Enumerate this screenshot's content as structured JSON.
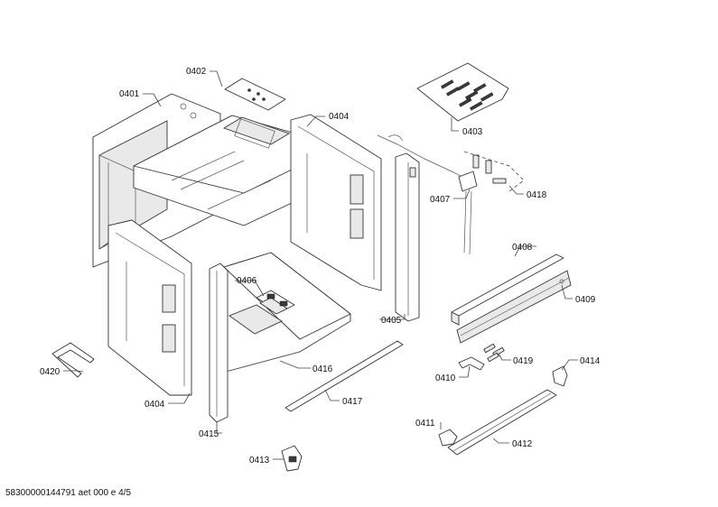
{
  "footer": "58300000144791 aet 000 e 4/5",
  "parts": {
    "p0401": "0401",
    "p0402": "0402",
    "p0403": "0403",
    "p0404a": "0404",
    "p0404b": "0404",
    "p0405": "0405",
    "p0406": "0406",
    "p0407": "0407",
    "p0408": "0408",
    "p0409": "0409",
    "p0410": "0410",
    "p0411": "0411",
    "p0412": "0412",
    "p0413": "0413",
    "p0414": "0414",
    "p0415": "0415",
    "p0416": "0416",
    "p0417": "0417",
    "p0418": "0418",
    "p0419": "0419",
    "p0420": "0420"
  }
}
